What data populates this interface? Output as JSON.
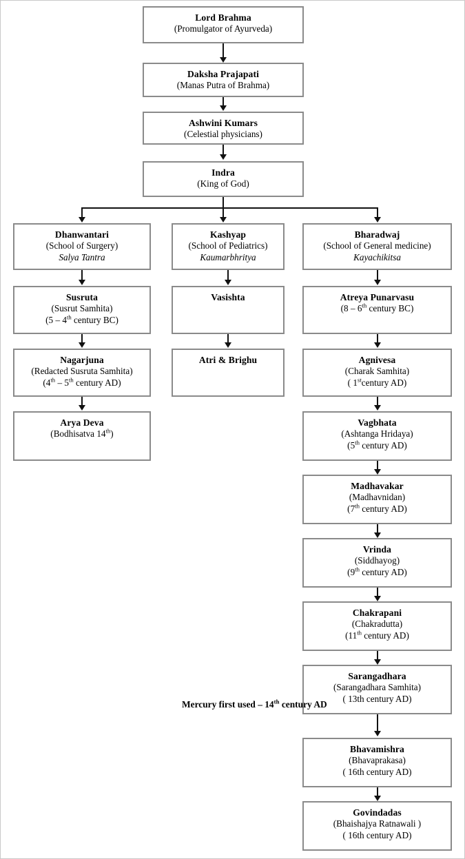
{
  "diagram": {
    "title": "Historical lineage of Ayurveda and its schools",
    "border_color": "#8a8a8a",
    "line_color": "#111111",
    "background": "#ffffff"
  },
  "nodes": {
    "brahma": {
      "title": "Lord Brahma",
      "sub1": "(Promulgator of Ayurveda)"
    },
    "daksha": {
      "title": "Daksha Prajapati",
      "sub1": "(Manas Putra of Brahma)"
    },
    "ashwini": {
      "title": "Ashwini Kumars",
      "sub1": "(Celestial physicians)"
    },
    "indra": {
      "title": "Indra",
      "sub1": "(King of God)"
    },
    "dhanwantari": {
      "title": "Dhanwantari",
      "sub1": "(School of Surgery)",
      "italic": "Salya Tantra"
    },
    "susruta": {
      "title": "Susruta",
      "sub1": "(Susrut Samhita)",
      "sub2_pre": "(5 – 4",
      "sub2_sup": "th",
      "sub2_post": " century BC)"
    },
    "nagarjuna": {
      "title": "Nagarjuna",
      "sub1": "(Redacted Susruta Samhita)",
      "sub2_pre": "(4",
      "sub2_sup": "th",
      "sub2_mid": " – 5",
      "sub2_sup2": "th",
      "sub2_post": " century AD)"
    },
    "aryadeva": {
      "title": "Arya Deva",
      "sub1_pre": "(Bodhisatva 14",
      "sub1_sup": "th",
      "sub1_post": ")"
    },
    "kashyap": {
      "title": "Kashyap",
      "sub1": "(School of Pediatrics)",
      "italic": "Kaumarbhritya"
    },
    "vasishta": {
      "title": "Vasishta"
    },
    "atri": {
      "title": "Atri & Brighu"
    },
    "bharadwaj": {
      "title": "Bharadwaj",
      "sub1": "(School of General medicine)",
      "italic": "Kayachikitsa"
    },
    "atreya": {
      "title": "Atreya Punarvasu",
      "sub1_pre": "(8 – 6",
      "sub1_sup": "th",
      "sub1_post": " century BC)"
    },
    "agnivesa": {
      "title": "Agnivesa",
      "sub1": "(Charak Samhita)",
      "sub2_pre": "( 1",
      "sub2_sup": "st",
      "sub2_post": "century AD)"
    },
    "vagbhata": {
      "title": "Vagbhata",
      "sub1": "(Ashtanga Hridaya)",
      "sub2_pre": "(5",
      "sub2_sup": "th",
      "sub2_post": " century AD)"
    },
    "madhavakar": {
      "title": "Madhavakar",
      "sub1": "(Madhavnidan)",
      "sub2_pre": "(7",
      "sub2_sup": "th",
      "sub2_post": " century AD)"
    },
    "vrinda": {
      "title": "Vrinda",
      "sub1": "(Siddhayog)",
      "sub2_pre": "(9",
      "sub2_sup": "th",
      "sub2_post": " century AD)"
    },
    "chakrapani": {
      "title": "Chakrapani",
      "sub1": "(Chakradutta)",
      "sub2_pre": "(11",
      "sub2_sup": "th",
      "sub2_post": " century AD)"
    },
    "sarangadhara": {
      "title": "Sarangadhara",
      "sub1": "(Sarangadhara Samhita)",
      "sub2": "( 13th century AD)"
    },
    "bhavamishra": {
      "title": "Bhavamishra",
      "sub1": "(Bhavaprakasa)",
      "sub2": "( 16th century AD)"
    },
    "govindadas": {
      "title": "Govindadas",
      "sub1": "(Bhaishajya Ratnawali )",
      "sub2": "( 16th century AD)"
    }
  },
  "annotations": {
    "mercury_pre": "Mercury first used – 14",
    "mercury_sup": "th",
    "mercury_post": " century AD"
  }
}
